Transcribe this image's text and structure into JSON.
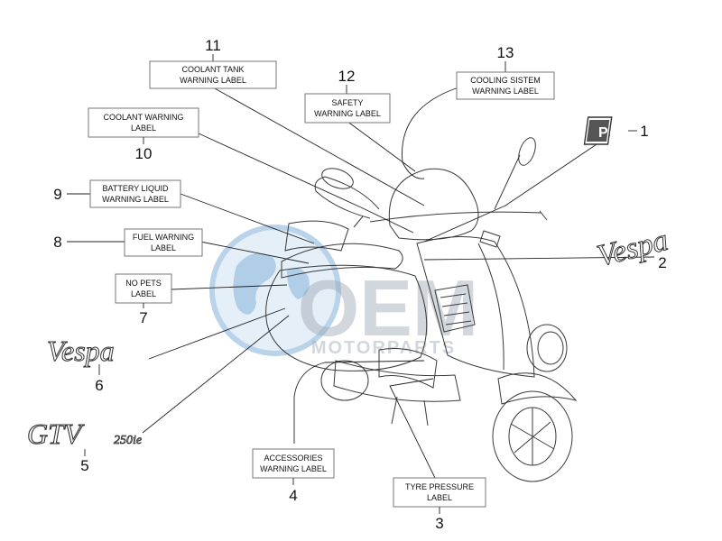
{
  "callouts": [
    {
      "number": "1",
      "label": []
    },
    {
      "number": "2",
      "label": []
    },
    {
      "number": "3",
      "label": [
        "TYRE PRESSURE",
        "LABEL"
      ]
    },
    {
      "number": "4",
      "label": [
        "ACCESSORIES",
        "WARNING LABEL"
      ]
    },
    {
      "number": "5",
      "label": []
    },
    {
      "number": "6",
      "label": []
    },
    {
      "number": "7",
      "label": [
        "NO PETS",
        "LABEL"
      ]
    },
    {
      "number": "8",
      "label": [
        "FUEL WARNING",
        "LABEL"
      ]
    },
    {
      "number": "9",
      "label": [
        "BATTERY LIQUID",
        "WARNING LABEL"
      ]
    },
    {
      "number": "10",
      "label": [
        "COOLANT WARNING",
        "LABEL"
      ]
    },
    {
      "number": "11",
      "label": [
        "COOLANT TANK",
        "WARNING LABEL"
      ]
    },
    {
      "number": "12",
      "label": [
        "SAFETY",
        "WARNING LABEL"
      ]
    },
    {
      "number": "13",
      "label": [
        "COOLING SISTEM",
        "WARNING LABEL"
      ]
    }
  ],
  "logos": {
    "vespa": "Vespa",
    "gtv": "GTV",
    "gtv_sub": "250ie",
    "parking_sign": "P"
  },
  "watermark": {
    "brand": "OEM",
    "tagline": "MOTORPARTS",
    "color": "#7fb0dc"
  }
}
